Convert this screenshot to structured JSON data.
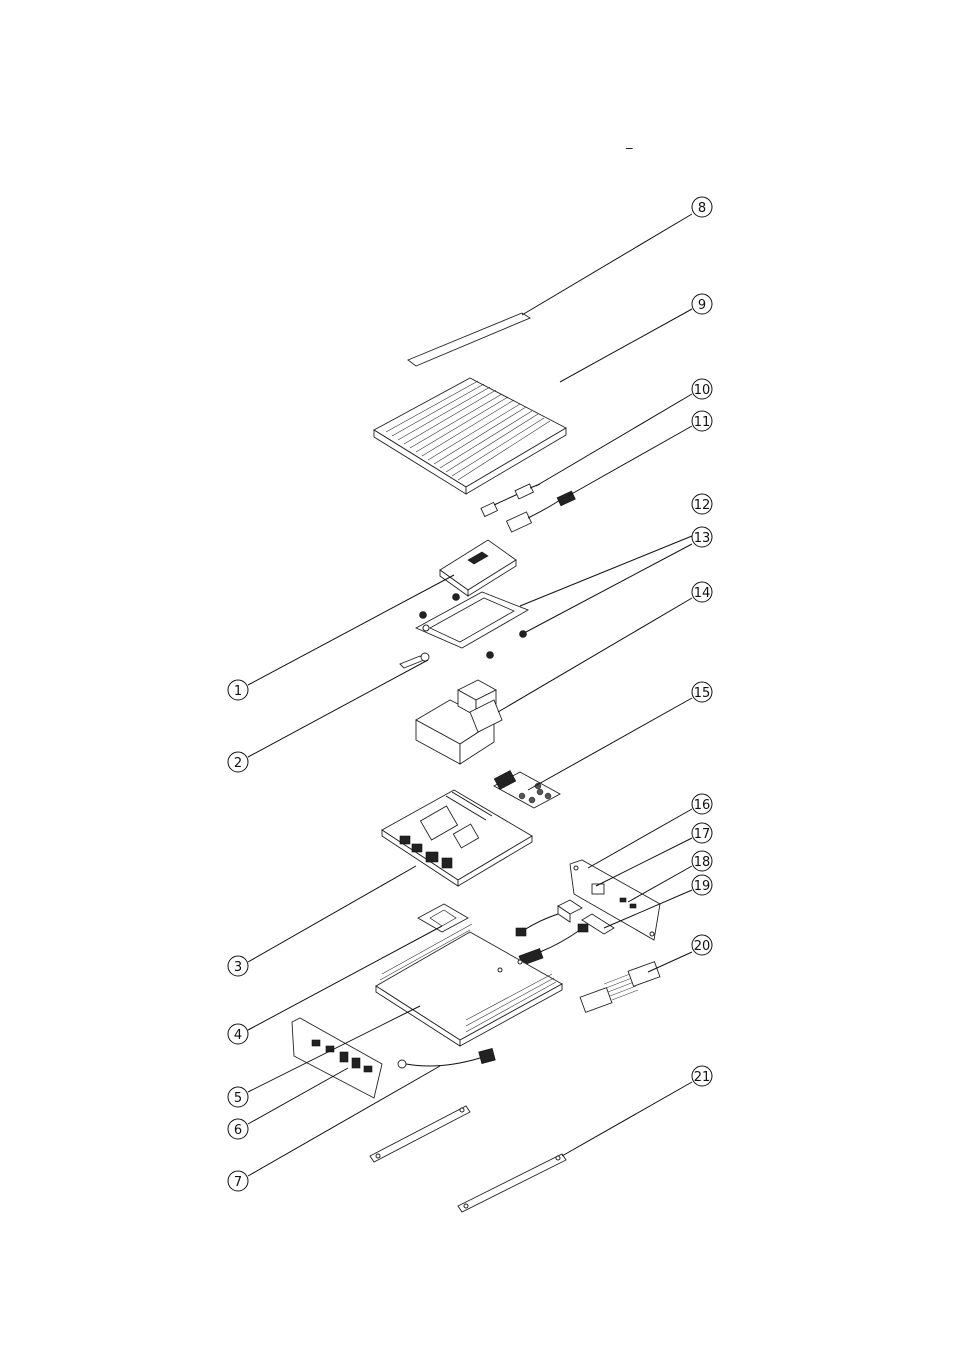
{
  "title_mark": "_",
  "callouts": [
    {
      "id": "8",
      "label": "8"
    },
    {
      "id": "9",
      "label": "9"
    },
    {
      "id": "10",
      "label": "10"
    },
    {
      "id": "11",
      "label": "11"
    },
    {
      "id": "12",
      "label": "12"
    },
    {
      "id": "13",
      "label": "13"
    },
    {
      "id": "14",
      "label": "14"
    },
    {
      "id": "15",
      "label": "15"
    },
    {
      "id": "16",
      "label": "16"
    },
    {
      "id": "17",
      "label": "17"
    },
    {
      "id": "18",
      "label": "18"
    },
    {
      "id": "19",
      "label": "19"
    },
    {
      "id": "20",
      "label": "20"
    },
    {
      "id": "21",
      "label": "21"
    },
    {
      "id": "1",
      "label": "1"
    },
    {
      "id": "2",
      "label": "2"
    },
    {
      "id": "3",
      "label": "3"
    },
    {
      "id": "4",
      "label": "4"
    },
    {
      "id": "5",
      "label": "5"
    },
    {
      "id": "6",
      "label": "6"
    },
    {
      "id": "7",
      "label": "7"
    }
  ]
}
